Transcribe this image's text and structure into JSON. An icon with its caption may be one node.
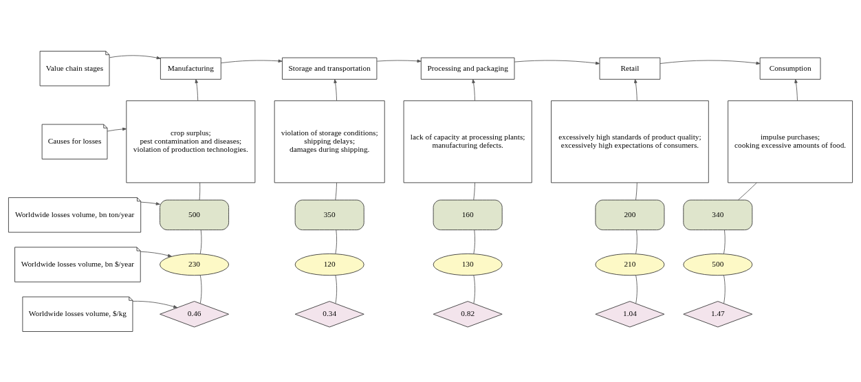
{
  "diagram": {
    "nodes": [
      {
        "text": [
          "Value chain stages"
        ]
      },
      {
        "text": [
          "Manufacturing"
        ]
      },
      {
        "text": [
          "Storage and transportation"
        ]
      },
      {
        "text": [
          "Processing and packaging"
        ]
      },
      {
        "text": [
          "Retail"
        ]
      },
      {
        "text": [
          "Consumption"
        ]
      },
      {
        "text": [
          "Causes for losses"
        ]
      },
      {
        "text": [
          "crop surplus;",
          "pest contamination and diseases;",
          "violation of production technologies."
        ]
      },
      {
        "text": [
          "violation of storage conditions;",
          "shipping delays;",
          "damages during shipping."
        ]
      },
      {
        "text": [
          "lack of capacity at processing plants;",
          "manufacturing defects."
        ]
      },
      {
        "text": [
          "excessively high standards of product quality;",
          "excessively high expectations of consumers."
        ]
      },
      {
        "text": [
          "impulse purchases;",
          "cooking excessive amounts of food."
        ]
      },
      {
        "text": [
          "Worldwide losses volume, bn ton/year"
        ]
      },
      {
        "text": [
          "500"
        ]
      },
      {
        "text": [
          "350"
        ]
      },
      {
        "text": [
          "160"
        ]
      },
      {
        "text": [
          "200"
        ]
      },
      {
        "text": [
          "340"
        ]
      },
      {
        "text": [
          "Worldwide losses volume, bn $/year"
        ]
      },
      {
        "text": [
          "230"
        ]
      },
      {
        "text": [
          "120"
        ]
      },
      {
        "text": [
          "130"
        ]
      },
      {
        "text": [
          "210"
        ]
      },
      {
        "text": [
          "500"
        ]
      },
      {
        "text": [
          "Worldwide losses volume, $/kg"
        ]
      },
      {
        "text": [
          "0.46"
        ]
      },
      {
        "text": [
          "0.34"
        ]
      },
      {
        "text": [
          "0.82"
        ]
      },
      {
        "text": [
          "1.04"
        ]
      },
      {
        "text": [
          "1.47"
        ]
      }
    ],
    "edges": [
      {
        "from": 0,
        "to": 1,
        "arrow": "to"
      },
      {
        "from": 1,
        "to": 2,
        "arrow": "to"
      },
      {
        "from": 2,
        "to": 3,
        "arrow": "to"
      },
      {
        "from": 3,
        "to": 4,
        "arrow": "to"
      },
      {
        "from": 4,
        "to": 5,
        "arrow": "to"
      },
      {
        "from": 6,
        "to": 7,
        "arrow": "to"
      },
      {
        "from": 12,
        "to": 13,
        "arrow": "to"
      },
      {
        "from": 18,
        "to": 19,
        "arrow": "to"
      },
      {
        "from": 24,
        "to": 25,
        "arrow": "to"
      },
      {
        "from": 7,
        "to": 1,
        "arrow": "to"
      },
      {
        "from": 8,
        "to": 2,
        "arrow": "to"
      },
      {
        "from": 9,
        "to": 3,
        "arrow": "to"
      },
      {
        "from": 10,
        "to": 4,
        "arrow": "to"
      },
      {
        "from": 11,
        "to": 5,
        "arrow": "to"
      },
      {
        "from": 7,
        "to": 13,
        "arrow": "none"
      },
      {
        "from": 8,
        "to": 14,
        "arrow": "none"
      },
      {
        "from": 9,
        "to": 15,
        "arrow": "none"
      },
      {
        "from": 10,
        "to": 16,
        "arrow": "none"
      },
      {
        "from": 11,
        "to": 17,
        "arrow": "none"
      },
      {
        "from": 13,
        "to": 19,
        "arrow": "none"
      },
      {
        "from": 14,
        "to": 20,
        "arrow": "none"
      },
      {
        "from": 15,
        "to": 21,
        "arrow": "none"
      },
      {
        "from": 16,
        "to": 22,
        "arrow": "none"
      },
      {
        "from": 17,
        "to": 23,
        "arrow": "none"
      },
      {
        "from": 19,
        "to": 25,
        "arrow": "none"
      },
      {
        "from": 20,
        "to": 26,
        "arrow": "none"
      },
      {
        "from": 21,
        "to": 27,
        "arrow": "none"
      },
      {
        "from": 22,
        "to": 28,
        "arrow": "none"
      },
      {
        "from": 23,
        "to": 29,
        "arrow": "none"
      }
    ]
  }
}
